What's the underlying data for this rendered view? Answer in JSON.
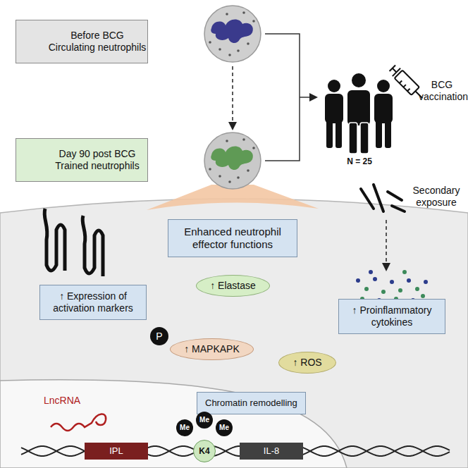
{
  "diagram": {
    "nodes": [
      {
        "text": [
          "Before BCG",
          "Circulating neutrophils"
        ]
      },
      {
        "text": [
          "Day 90 post BCG",
          "Trained neutrophils"
        ]
      },
      {
        "text": [
          "Enhanced neutrophil effector functions"
        ]
      },
      {
        "text": [
          "↑ Expression of activation markers"
        ]
      },
      {
        "text": [
          "↑ Elastase"
        ]
      },
      {
        "text": [
          "↑ Proinflammatory cytokines"
        ]
      },
      {
        "text": [
          "↑ MAPKAPK"
        ]
      },
      {
        "text": [
          "P"
        ]
      },
      {
        "text": [
          "↑ ROS"
        ]
      },
      {
        "text": [
          "Chromatin remodelling"
        ]
      },
      {
        "text": [
          "IPL"
        ]
      },
      {
        "text": [
          "K4"
        ]
      },
      {
        "text": [
          "Me"
        ]
      },
      {
        "text": [
          "Me"
        ]
      },
      {
        "text": [
          "Me"
        ]
      },
      {
        "text": [
          "IL-8"
        ]
      }
    ],
    "labels": [
      "N = 25",
      "BCG vaccination",
      "Secondary exposure",
      "LncRNA"
    ]
  }
}
